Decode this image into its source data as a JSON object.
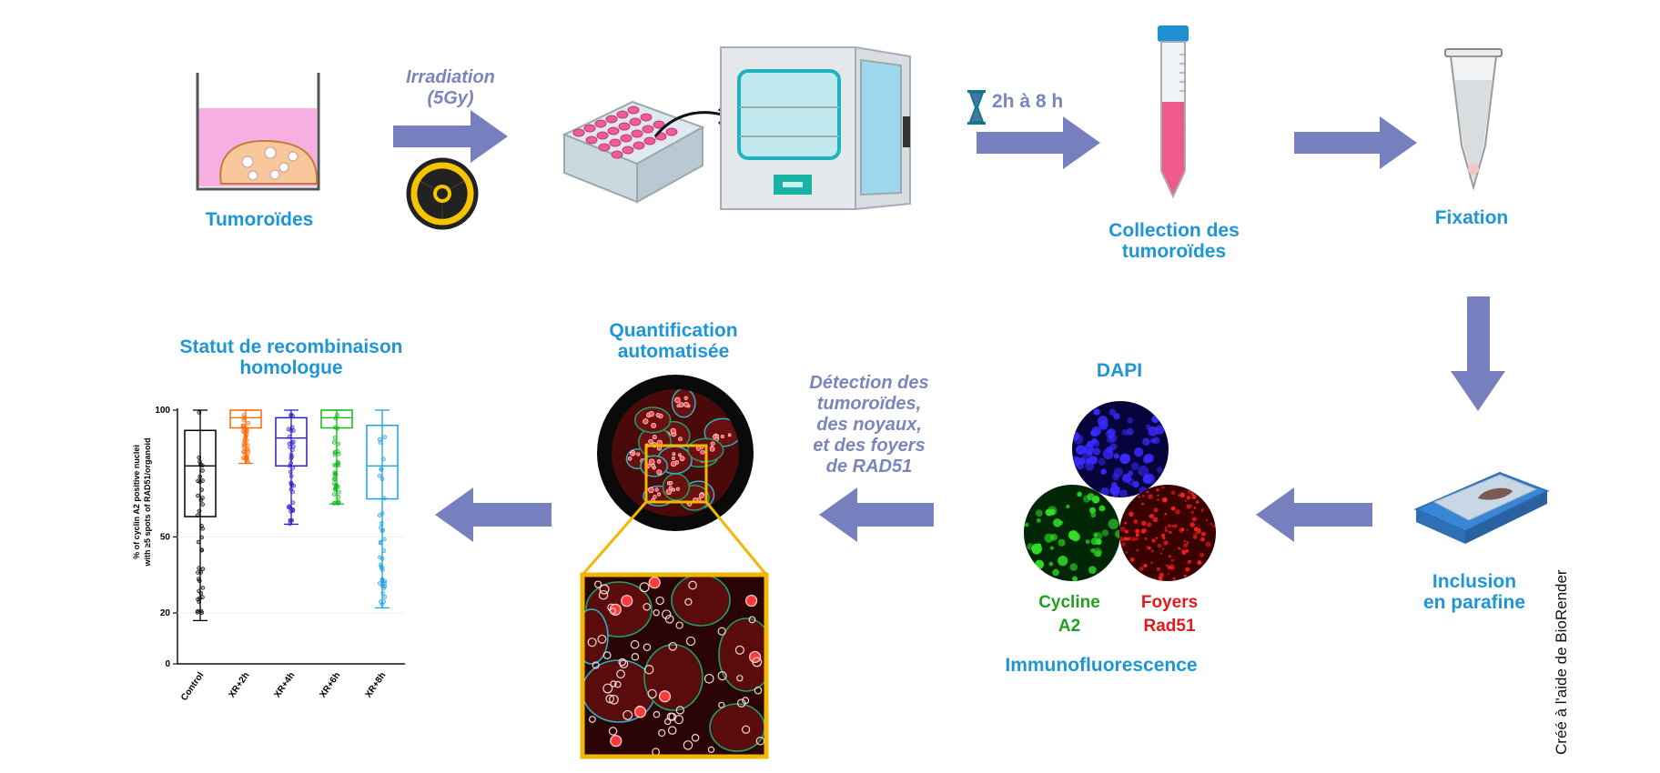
{
  "labels": {
    "tumoroides": "Tumoroïdes",
    "irradiation_line1": "Irradiation",
    "irradiation_line2": "(5Gy)",
    "time": "2h à 8 h",
    "collection_line1": "Collection des",
    "collection_line2": "tumoroïdes",
    "fixation": "Fixation",
    "inclusion_line1": "Inclusion",
    "inclusion_line2": "en parafine",
    "dapi": "DAPI",
    "cycline_line1": "Cycline",
    "cycline_line2": "A2",
    "foyers_line1": "Foyers",
    "foyers_line2": "Rad51",
    "immuno": "Immunofluorescence",
    "detection_line1": "Détection des",
    "detection_line2": "tumoroïdes,",
    "detection_line3": "des noyaux,",
    "detection_line4": "et des foyers",
    "detection_line5": "de RAD51",
    "quant_line1": "Quantification",
    "quant_line2": "automatisée",
    "statut_line1": "Statut de recombinaison",
    "statut_line2": "homologue",
    "credit": "Créé à l'aide de BioRender"
  },
  "colors": {
    "label_blue": "#1e96d6",
    "arrow": "#7680bf",
    "italic_text": "#7a85bd",
    "cycline_green": "#20a020",
    "foyers_red": "#e21a1a",
    "zoom_frame": "#f2b705"
  },
  "icons": [
    "tumoroid-well-icon",
    "radiation-icon",
    "well-plate-icon",
    "incubator-icon",
    "hourglass-icon",
    "falcon-tube-icon",
    "eppendorf-tube-icon",
    "paraffin-block-icon"
  ],
  "chart_data": {
    "type": "boxplot",
    "ylabel_line1": "% of cyclin A2 positive nuclei",
    "ylabel_line2": "with ≥5 spots of RAD51/organoid",
    "yticks": [
      0,
      20,
      50,
      100
    ],
    "ylim": [
      0,
      100
    ],
    "categories": [
      "Control",
      "XR+2h",
      "XR+4h",
      "XR+6h",
      "XR+8h"
    ],
    "series": [
      {
        "category": "Control",
        "color": "#000000",
        "min": 17,
        "q1": 58,
        "median": 78,
        "q3": 92,
        "max": 100
      },
      {
        "category": "XR+2h",
        "color": "#ff6a00",
        "min": 79,
        "q1": 93,
        "median": 97,
        "q3": 100,
        "max": 100
      },
      {
        "category": "XR+4h",
        "color": "#2a1ed0",
        "min": 55,
        "q1": 78,
        "median": 89,
        "q3": 97,
        "max": 100
      },
      {
        "category": "XR+6h",
        "color": "#12b81a",
        "min": 63,
        "q1": 93,
        "median": 97,
        "q3": 100,
        "max": 100
      },
      {
        "category": "XR+8h",
        "color": "#1aa0e6",
        "min": 22,
        "q1": 65,
        "median": 78,
        "q3": 94,
        "max": 100
      }
    ]
  }
}
